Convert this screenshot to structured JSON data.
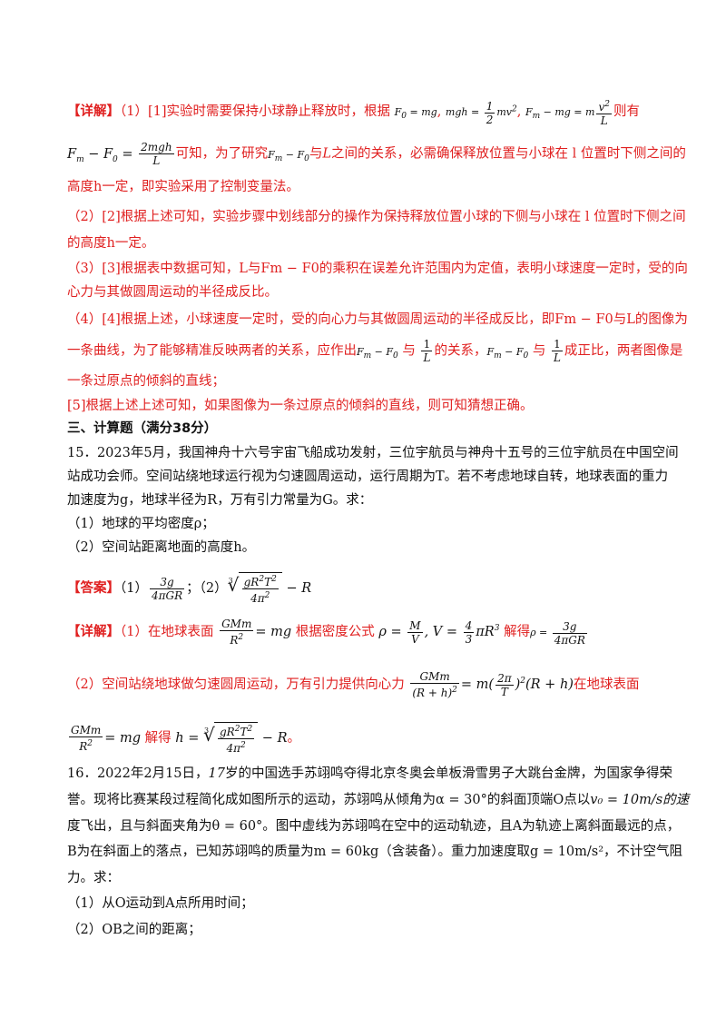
{
  "detail1": {
    "tag": "【详解】",
    "p1": "（1）[1]实验时需要保持小球静止释放时，根据",
    "eq_f0": "F₀ = mg",
    "eq_mgh": "mgh = ½mv²",
    "eq_fm": "Fm − mg = m v²/L",
    "p1_end": "则有",
    "p2_start": "可知，为了研究",
    "p2_mid": "与",
    "p2_end": "之间的关系，必需确保释放位置与小球在 l 位置时下侧之间的",
    "p3": "高度h一定，即实验采用了控制变量法。",
    "p4": "（2）[2]根据上述可知，实验步骤中划线部分的操作为保持释放位置小球的下侧与小球在 l 位置时下侧之间",
    "p5": "的高度h一定。",
    "p6": "（3）[3]根据表中数据可知，L与Fm − F0的乘积在误差允许范围内为定值，表明小球速度一定时，受的向",
    "p7": "心力与其做圆周运动的半径成反比。",
    "p8": "（4）[4]根据上述，小球速度一定时，受的向心力与其做圆周运动的半径成反比，即Fm − F0与L的图像为",
    "p9a": "一条曲线，为了能够精准反映两者的关系，应作出",
    "p9b": "的关系，",
    "p9c": "成正比，两者图像是",
    "p10": "一条过原点的倾斜的直线；",
    "p11": "[5]根据上述上述可知，如果图像为一条过原点的倾斜的直线，则可知猜想正确。"
  },
  "section3": {
    "title": "三、计算题（满分38分）"
  },
  "q15": {
    "l1": "15．2023年5月，我国神舟十六号宇宙飞船成功发射，三位宇航员与神舟十五号的三位宇航员在中国空间",
    "l2": "站成功会师。空间站绕地球运行视为匀速圆周运动，运行周期为T。若不考虑地球自转，地球表面的重力",
    "l3": "加速度为g，地球半径为R，万有引力常量为G。求：",
    "l4": "（1）地球的平均密度ρ；",
    "l5": "（2）空间站距离地面的高度h。",
    "answer_tag": "【答案】",
    "answer_1": "（1）",
    "answer_2": "；（2）",
    "detail_tag": "【详解】",
    "d1a": "（1）在地球表面",
    "d1b": "根据密度公式",
    "d1c": "解得",
    "d2a": "（2）空间站绕地球做匀速圆周运动，万有引力提供向心力",
    "d2b": "在地球表面",
    "d3a": "解得",
    "d3b": "。"
  },
  "q16": {
    "l1a": "16．2022年2月15日，",
    "l1b": "17",
    "l1c": "岁的中国选手苏翊鸣夺得北京冬奥会单板滑雪男子大跳台金牌，为国家争得荣",
    "l2a": "誉。现将比赛某段过程简化成如图所示的运动，苏翊鸣从倾角为α = 30°的斜面顶端O点以",
    "l2b": "v₀ = 10m/s的速",
    "l3": "度飞出，且与斜面夹角为θ = 60°。图中虚线为苏翊鸣在空中的运动轨迹，且A为轨迹上离斜面最远的点，",
    "l4": "B为在斜面上的落点，已知苏翊鸣的质量为m = 60kg（含装备）。重力加速度取g = 10m/s²，不计空气阻",
    "l5": "力。求：",
    "l6": "（1）从O运动到A点所用时间；",
    "l7": "（2）OB之间的距离；"
  }
}
